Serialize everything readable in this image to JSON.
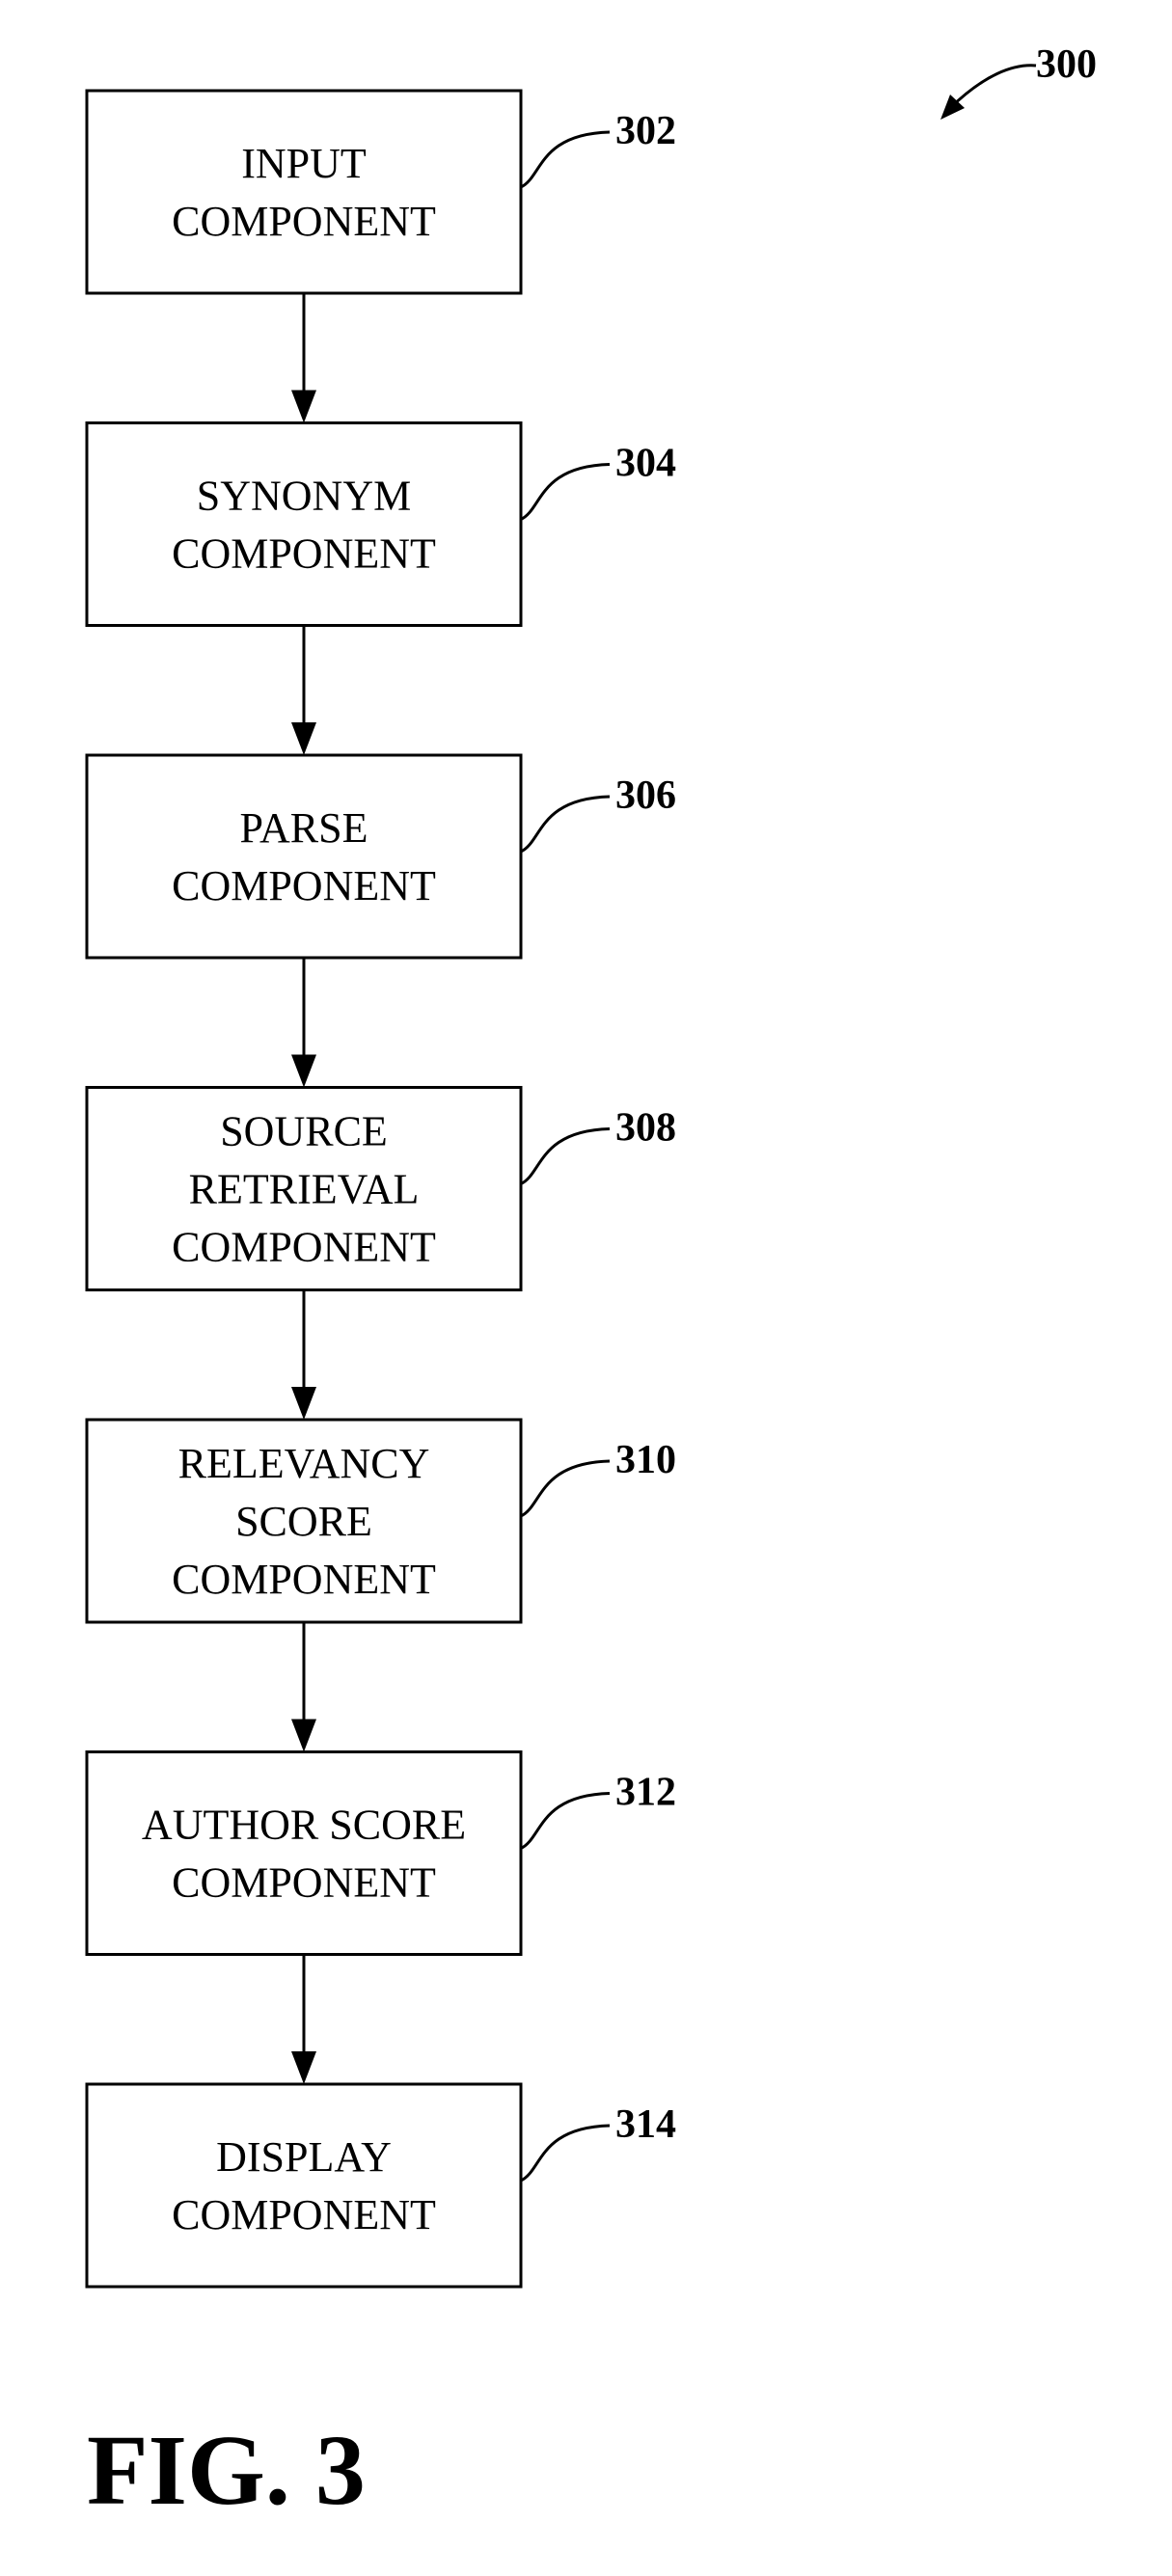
{
  "figure": {
    "id_label": "300",
    "caption": "FIG. 3"
  },
  "components": [
    {
      "ref": "302",
      "lines": [
        "INPUT",
        "COMPONENT"
      ]
    },
    {
      "ref": "304",
      "lines": [
        "SYNONYM",
        "COMPONENT"
      ]
    },
    {
      "ref": "306",
      "lines": [
        "PARSE",
        "COMPONENT"
      ]
    },
    {
      "ref": "308",
      "lines": [
        "SOURCE",
        "RETRIEVAL",
        "COMPONENT"
      ]
    },
    {
      "ref": "310",
      "lines": [
        "RELEVANCY",
        "SCORE",
        "COMPONENT"
      ]
    },
    {
      "ref": "312",
      "lines": [
        "AUTHOR SCORE",
        "COMPONENT"
      ]
    },
    {
      "ref": "314",
      "lines": [
        "DISPLAY",
        "COMPONENT"
      ]
    }
  ],
  "colors": {
    "stroke": "#000000",
    "background": "#ffffff"
  }
}
